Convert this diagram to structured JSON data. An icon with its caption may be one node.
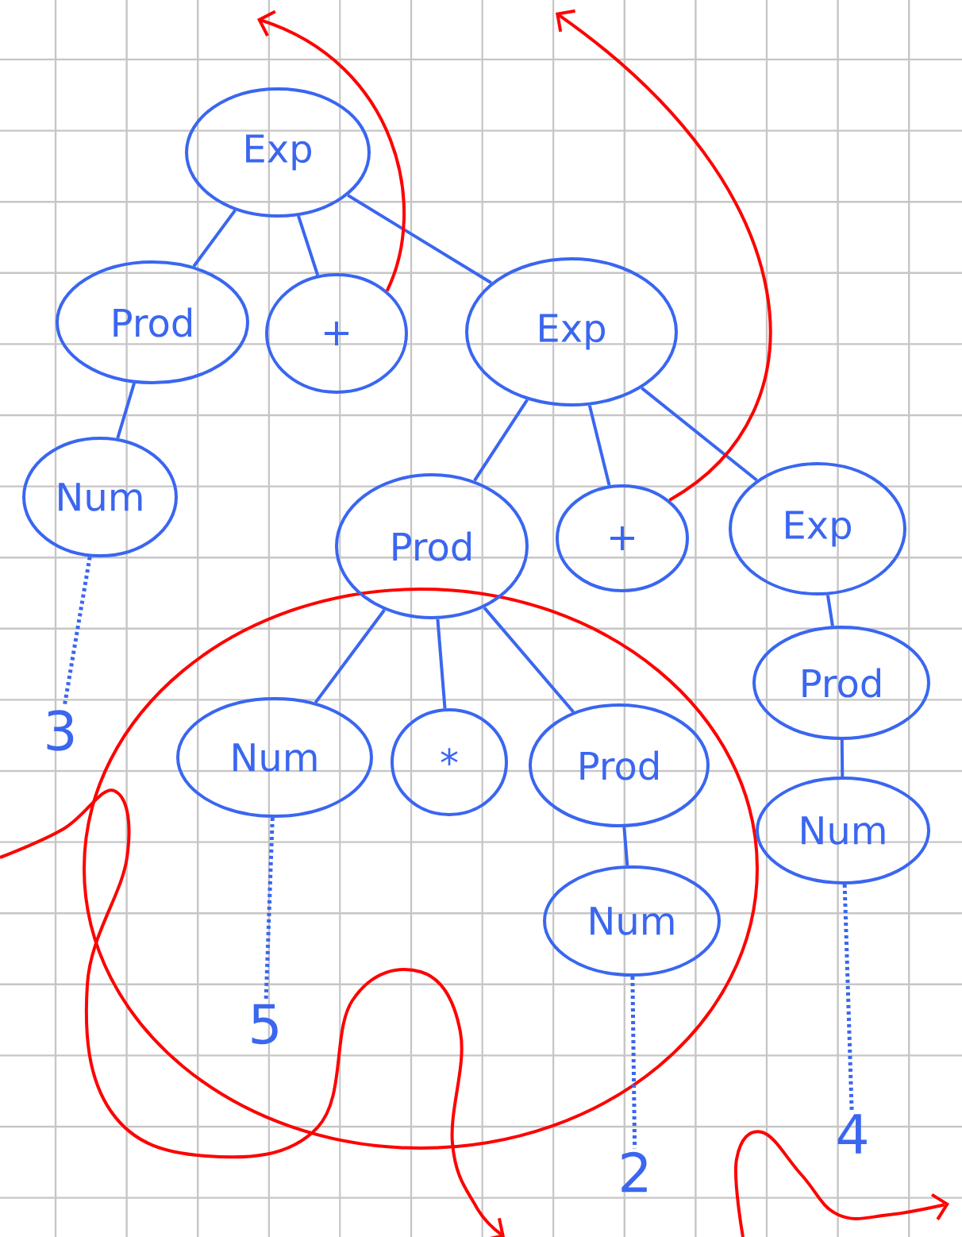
{
  "diagram": {
    "nodes": [
      {
        "text": [
          "Exp"
        ]
      },
      {
        "text": [
          "Prod"
        ]
      },
      {
        "text": [
          "+"
        ]
      },
      {
        "text": [
          "Exp"
        ]
      },
      {
        "text": [
          "Num"
        ]
      },
      {
        "text": [
          "Prod"
        ]
      },
      {
        "text": [
          "+"
        ]
      },
      {
        "text": [
          "Exp"
        ]
      },
      {
        "text": [
          "Num"
        ]
      },
      {
        "text": [
          "*"
        ]
      },
      {
        "text": [
          "Prod"
        ]
      },
      {
        "text": [
          "Prod"
        ]
      },
      {
        "text": [
          "Num"
        ]
      },
      {
        "text": [
          "Num"
        ]
      },
      {
        "text": [
          "3"
        ]
      },
      {
        "text": [
          "5"
        ]
      },
      {
        "text": [
          "2"
        ]
      },
      {
        "text": [
          "4"
        ]
      }
    ],
    "edges": [
      {
        "from": 0,
        "to": 1,
        "arrow": "none"
      },
      {
        "from": 0,
        "to": 2,
        "arrow": "none"
      },
      {
        "from": 0,
        "to": 3,
        "arrow": "none"
      },
      {
        "from": 1,
        "to": 4,
        "arrow": "none"
      },
      {
        "from": 3,
        "to": 5,
        "arrow": "none"
      },
      {
        "from": 3,
        "to": 6,
        "arrow": "none"
      },
      {
        "from": 3,
        "to": 7,
        "arrow": "none"
      },
      {
        "from": 5,
        "to": 8,
        "arrow": "none"
      },
      {
        "from": 5,
        "to": 9,
        "arrow": "none"
      },
      {
        "from": 5,
        "to": 10,
        "arrow": "none"
      },
      {
        "from": 7,
        "to": 11,
        "arrow": "none"
      },
      {
        "from": 10,
        "to": 12,
        "arrow": "none"
      },
      {
        "from": 11,
        "to": 13,
        "arrow": "none"
      },
      {
        "from": 4,
        "to": 14,
        "arrow": "none",
        "style": "dashed"
      },
      {
        "from": 8,
        "to": 15,
        "arrow": "none",
        "style": "dashed"
      },
      {
        "from": 12,
        "to": 16,
        "arrow": "none",
        "style": "dashed"
      },
      {
        "from": 13,
        "to": 17,
        "arrow": "none",
        "style": "dashed"
      },
      {
        "from": 2,
        "to": null,
        "arrow": "to",
        "color": "#ff0000"
      },
      {
        "from": 6,
        "to": null,
        "arrow": "to",
        "color": "#ff0000"
      }
    ]
  }
}
